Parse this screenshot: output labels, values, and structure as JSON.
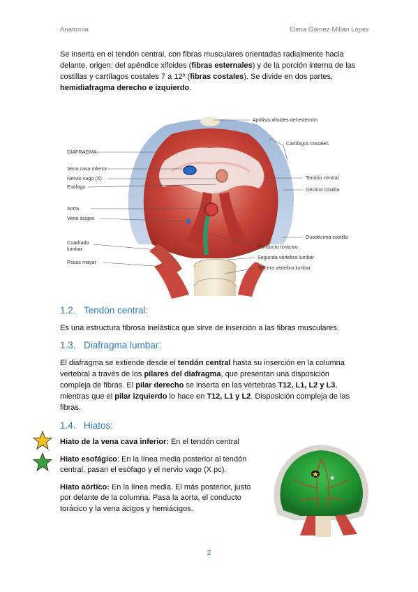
{
  "header": {
    "left": "Anatomía",
    "right": "Elena Gómez-Millán López"
  },
  "intro": {
    "t1": "Se inserta en el tendón central, con fibras musculares orientadas radialmente hacia delante, origen:  del apéndice xifoides (",
    "b1": "fibras esternales",
    "t2": ") y de la porción interna de las costillas y cartílagos costales 7 a 12º (",
    "b2": "fibras costales",
    "t3": "). Se divide en dos partes, ",
    "b3": "hemidiafragma derecho e izquierdo",
    "t4": "."
  },
  "figure": {
    "labels": {
      "apofisis": "Apófisis xifoides del esternón",
      "cartilagos": "Cartílagos costales",
      "diafragma": "DIAFRAGMA",
      "vena_cava": "Vena cava inferior",
      "nervio_vago": "Nervio vago (X)",
      "esofago": "Esófago",
      "tendon_central": "Tendón central",
      "decima": "Décima costilla",
      "aorta": "Aorta",
      "vena_acigos": "Vena ácigos",
      "duodecima": "Duodécima costilla",
      "conducto": "Conducto torácico",
      "cuadrado_1": "Cuadrado",
      "cuadrado_2": "lumbar",
      "segunda": "Segunda vértebra lumbar",
      "psoas": "Psoas mayor",
      "tercera": "Tercera vértebra lumbar"
    }
  },
  "sections": {
    "s12": {
      "num": "1.2.",
      "title": "Tendón central:"
    },
    "s12_text": "Es una estructura fibrosa inelástica que sirve de inserción a las fibras musculares.",
    "s13": {
      "num": "1.3.",
      "title": "Diafragma lumbar:"
    },
    "s13_text": {
      "t1": "El diafragma se extiende desde el ",
      "b1": "tendón central",
      "t2": " hasta su inserción en la columna vertebral a través de los ",
      "b2": "pilares del diafragma",
      "t3": ", que presentan una disposición compleja de fibras. El ",
      "b3": "pilar derecho",
      "t4": " se inserta en las vértebras ",
      "b4": "T12, L1, L2 y L3",
      "t5": ", mientras que el ",
      "b5": "pilar izquierdo",
      "t6": " lo hace en ",
      "b6": "T12, L1 y L2",
      "t7": ". Disposición compleja de las fibras."
    },
    "s14": {
      "num": "1.4.",
      "title": "Hiatos:"
    }
  },
  "hiatus": {
    "cava": {
      "bold": "Hiato de la vena cava inferior:",
      "text": " En el tendón central"
    },
    "eso": {
      "bold": "Hiato esofágico",
      "text": ": En la línea media posterior al tendón central, pasan el esófago y el nervio vago (X pc)."
    },
    "aort": {
      "bold": "Hiato aórtico:",
      "text": " En la línea media. El más posterior, justo por delante de la columna. Pasa la aorta, el conducto torácico y la vena ácigos y hemiácigos."
    }
  },
  "colors": {
    "accent": "#2c7bbf",
    "star_yellow": "#f2c01e",
    "star_green": "#3aa13a"
  },
  "icons": [
    "star-yellow-icon",
    "star-green-icon"
  ],
  "page_number": "2"
}
